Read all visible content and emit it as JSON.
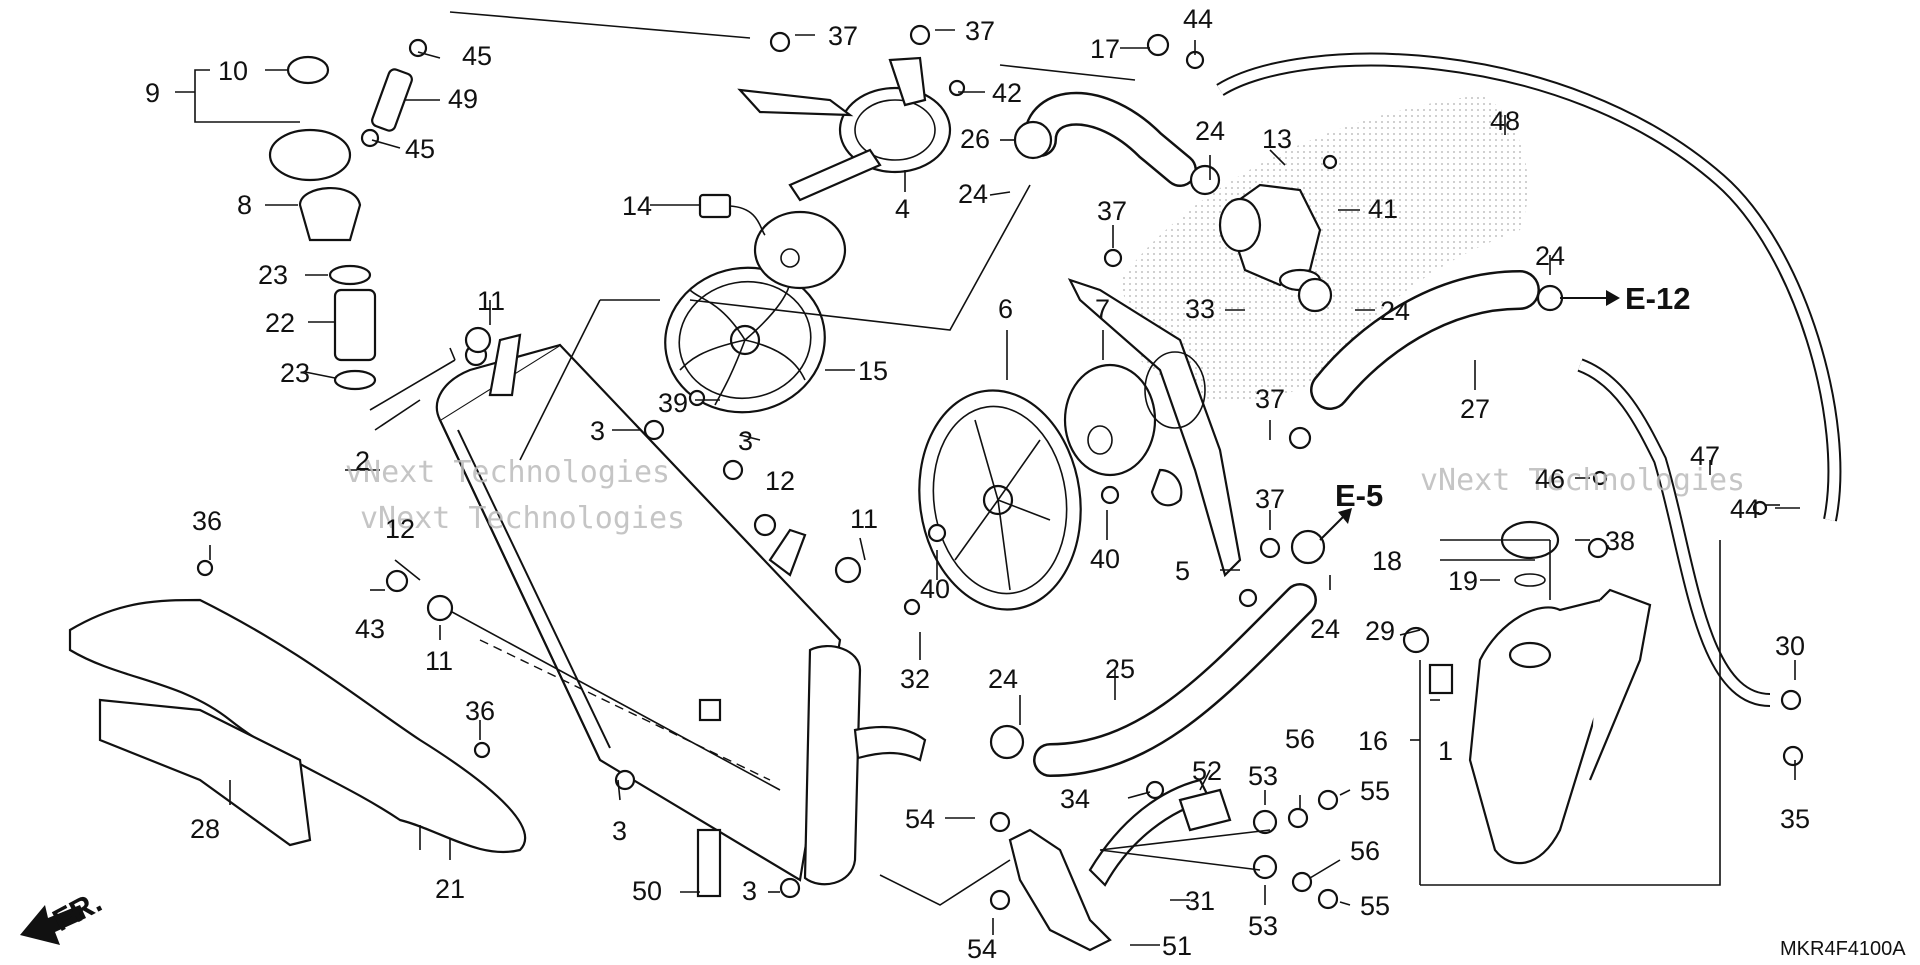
{
  "diagram": {
    "code": "MKR4F4100A",
    "direction_label": "FR.",
    "watermark": [
      "vNext Technologies",
      "vNext Technologies",
      "vNext Technologies"
    ],
    "refs": [
      {
        "id": "r1",
        "text": "E-12"
      },
      {
        "id": "r2",
        "text": "E-5"
      }
    ],
    "labels": [
      {
        "id": "l1",
        "text": "9"
      },
      {
        "id": "l2",
        "text": "10"
      },
      {
        "id": "l3",
        "text": "45"
      },
      {
        "id": "l4",
        "text": "49"
      },
      {
        "id": "l5",
        "text": "45"
      },
      {
        "id": "l6",
        "text": "8"
      },
      {
        "id": "l7",
        "text": "23"
      },
      {
        "id": "l8",
        "text": "22"
      },
      {
        "id": "l9",
        "text": "23"
      },
      {
        "id": "l10",
        "text": "11"
      },
      {
        "id": "l11",
        "text": "37"
      },
      {
        "id": "l12",
        "text": "37"
      },
      {
        "id": "l13",
        "text": "42"
      },
      {
        "id": "l14",
        "text": "4"
      },
      {
        "id": "l15",
        "text": "14"
      },
      {
        "id": "l16",
        "text": "15"
      },
      {
        "id": "l17",
        "text": "17"
      },
      {
        "id": "l18",
        "text": "44"
      },
      {
        "id": "l19",
        "text": "26"
      },
      {
        "id": "l20",
        "text": "24"
      },
      {
        "id": "l21",
        "text": "24"
      },
      {
        "id": "l22",
        "text": "13"
      },
      {
        "id": "l23",
        "text": "41"
      },
      {
        "id": "l24",
        "text": "48"
      },
      {
        "id": "l25",
        "text": "37"
      },
      {
        "id": "l26",
        "text": "33"
      },
      {
        "id": "l27",
        "text": "24"
      },
      {
        "id": "l28",
        "text": "24"
      },
      {
        "id": "l29",
        "text": "27"
      },
      {
        "id": "l30",
        "text": "6"
      },
      {
        "id": "l31",
        "text": "7"
      },
      {
        "id": "l32",
        "text": "39"
      },
      {
        "id": "l33",
        "text": "3"
      },
      {
        "id": "l34",
        "text": "3"
      },
      {
        "id": "l35",
        "text": "2"
      },
      {
        "id": "l36",
        "text": "12"
      },
      {
        "id": "l37",
        "text": "12"
      },
      {
        "id": "l38",
        "text": "11"
      },
      {
        "id": "l39",
        "text": "36"
      },
      {
        "id": "l40",
        "text": "43"
      },
      {
        "id": "l41",
        "text": "11"
      },
      {
        "id": "l42",
        "text": "40"
      },
      {
        "id": "l43",
        "text": "40"
      },
      {
        "id": "l44",
        "text": "37"
      },
      {
        "id": "l45",
        "text": "37"
      },
      {
        "id": "l46",
        "text": "5"
      },
      {
        "id": "l47",
        "text": "24"
      },
      {
        "id": "l48",
        "text": "32"
      },
      {
        "id": "l49",
        "text": "47"
      },
      {
        "id": "l50",
        "text": "46"
      },
      {
        "id": "l51",
        "text": "44"
      },
      {
        "id": "l52",
        "text": "18"
      },
      {
        "id": "l53",
        "text": "38"
      },
      {
        "id": "l54",
        "text": "19"
      },
      {
        "id": "l55",
        "text": "29"
      },
      {
        "id": "l56",
        "text": "30"
      },
      {
        "id": "l57",
        "text": "25"
      },
      {
        "id": "l58",
        "text": "24"
      },
      {
        "id": "l59",
        "text": "16"
      },
      {
        "id": "l60",
        "text": "1"
      },
      {
        "id": "l61",
        "text": "35"
      },
      {
        "id": "l62",
        "text": "36"
      },
      {
        "id": "l63",
        "text": "28"
      },
      {
        "id": "l64",
        "text": "21"
      },
      {
        "id": "l65",
        "text": "3"
      },
      {
        "id": "l66",
        "text": "3"
      },
      {
        "id": "l67",
        "text": "50"
      },
      {
        "id": "l68",
        "text": "54"
      },
      {
        "id": "l69",
        "text": "54"
      },
      {
        "id": "l70",
        "text": "34"
      },
      {
        "id": "l71",
        "text": "52"
      },
      {
        "id": "l72",
        "text": "53"
      },
      {
        "id": "l73",
        "text": "56"
      },
      {
        "id": "l74",
        "text": "55"
      },
      {
        "id": "l75",
        "text": "31"
      },
      {
        "id": "l76",
        "text": "53"
      },
      {
        "id": "l77",
        "text": "56"
      },
      {
        "id": "l78",
        "text": "55"
      },
      {
        "id": "l79",
        "text": "51"
      }
    ]
  }
}
